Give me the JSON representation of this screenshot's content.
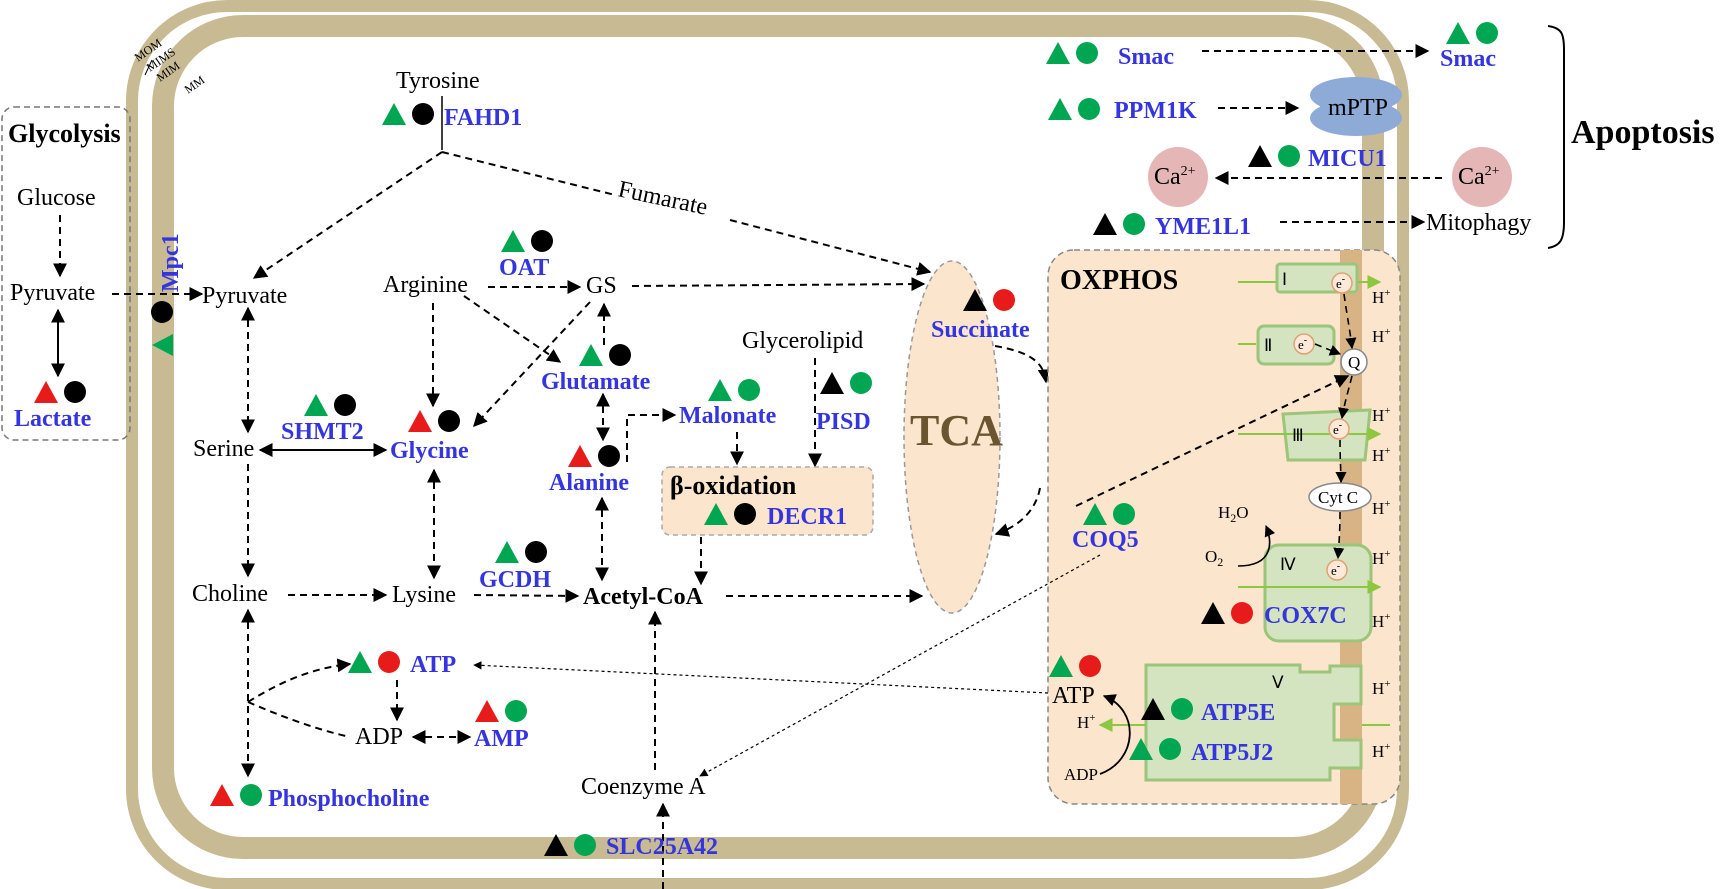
{
  "labels": {
    "glycolysis": "Glycolysis",
    "glucose": "Glucose",
    "pyruvate_out": "Pyruvate",
    "lactate": "Lactate",
    "mpc1": "Mpc1",
    "mom": "MOM",
    "mims": "MIMS",
    "mim": "MIM",
    "mm": "MM",
    "tyrosine": "Tyrosine",
    "fahd1": "FAHD1",
    "fumarate": "Fumarate",
    "pyruvate_in": "Pyruvate",
    "arginine": "Arginine",
    "oat": "OAT",
    "gs": "GS",
    "glutamate": "Glutamate",
    "glycerolipid": "Glycerolipid",
    "malonate": "Malonate",
    "pisd": "PISD",
    "serine": "Serine",
    "shmt2": "SHMT2",
    "glycine": "Glycine",
    "alanine": "Alanine",
    "beta_oxidation": "β-oxidation",
    "decr1": "DECR1",
    "choline": "Choline",
    "lysine": "Lysine",
    "gcdh": "GCDH",
    "acetyl_coa": "Acetyl-CoA",
    "atp_mm": "ATP",
    "adp_mm": "ADP",
    "amp": "AMP",
    "phosphocholine": "Phosphocholine",
    "coenzyme_a": "Coenzyme A",
    "slc25a42": "SLC25A42",
    "succinate": "Succinate",
    "tca": "TCA",
    "smac_in": "Smac",
    "smac_out": "Smac",
    "ppm1k": "PPM1K",
    "mptp": "mPTP",
    "micu1": "MICU1",
    "ca_in": "Ca",
    "ca_out": "Ca",
    "ca_sup": "2+",
    "yme1l1": "YME1L1",
    "mitophagy": "Mitophagy",
    "apoptosis": "Apoptosis",
    "oxphos": "OXPHOS",
    "complex1": "Ⅰ",
    "complex2": "Ⅱ",
    "complex3": "Ⅲ",
    "complex4": "Ⅳ",
    "complex5": "Ⅴ",
    "electron": "e",
    "electron_sup": "-",
    "q": "Q",
    "cytc": "Cyt C",
    "h2o": "H",
    "h2o_sub": "2",
    "h2o_o": "O",
    "o2": "O",
    "o2_sub": "2",
    "coq5": "COQ5",
    "cox7c": "COX7C",
    "atp_ox": "ATP",
    "adp_ox": "ADP",
    "atp5e": "ATP5E",
    "atp5j2": "ATP5J2",
    "proton": "H",
    "proton_sup": "+"
  },
  "colors": {
    "membrane": "#c8bb94",
    "membrane_inner": "#b9a97f",
    "protein_text": "#3535e0",
    "up": "#e81b1b",
    "down": "#00a651",
    "unchanged": "#000000",
    "oxphos_bg": "#fbe5cd",
    "complex_fill": "#d5e4c0",
    "complex_stroke": "#9cc47a",
    "mptp_fill": "#8eaad7",
    "ca_fill": "#e4b6b6",
    "tca_fill": "#fbe5cd",
    "arrow_green": "#8dc63f"
  },
  "markers": {
    "lactate": [
      "up",
      "unchanged"
    ],
    "mpc1": [
      "down",
      "unchanged"
    ],
    "fahd1": [
      "down",
      "unchanged"
    ],
    "oat": [
      "down",
      "unchanged"
    ],
    "glutamate": [
      "down",
      "unchanged"
    ],
    "malonate": [
      "down",
      "down"
    ],
    "pisd": [
      "unchanged",
      "down"
    ],
    "shmt2": [
      "down",
      "unchanged"
    ],
    "glycine": [
      "up",
      "unchanged"
    ],
    "alanine": [
      "up",
      "unchanged"
    ],
    "decr1": [
      "down",
      "unchanged"
    ],
    "gcdh": [
      "down",
      "unchanged"
    ],
    "atp_mm": [
      "down",
      "up"
    ],
    "amp": [
      "up",
      "down"
    ],
    "phosphocholine": [
      "up",
      "down"
    ],
    "slc25a42": [
      "unchanged",
      "down"
    ],
    "succinate": [
      "unchanged",
      "up"
    ],
    "smac_in": [
      "down",
      "down"
    ],
    "smac_out": [
      "down",
      "down"
    ],
    "ppm1k": [
      "down",
      "down"
    ],
    "micu1": [
      "unchanged",
      "down"
    ],
    "yme1l1": [
      "unchanged",
      "down"
    ],
    "coq5": [
      "down",
      "down"
    ],
    "cox7c": [
      "unchanged",
      "up"
    ],
    "atp_ox": [
      "down",
      "up"
    ],
    "atp5e": [
      "unchanged",
      "down"
    ],
    "atp5j2": [
      "down",
      "down"
    ]
  }
}
